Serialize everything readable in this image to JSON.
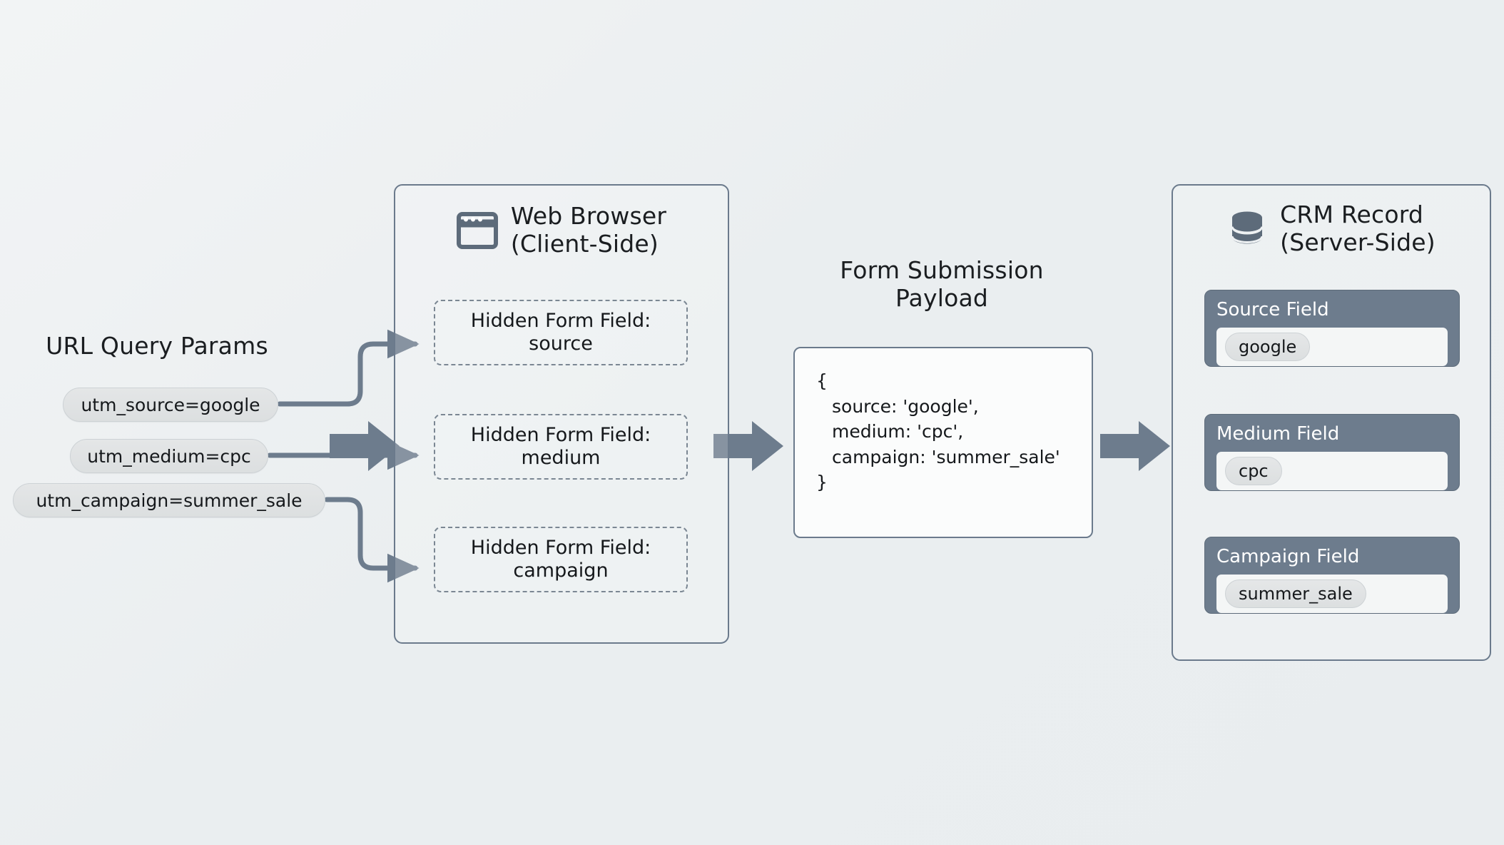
{
  "diagram": {
    "title_left": "URL Query Params",
    "colors": {
      "background": "#eef1f3",
      "panel_border": "#6b7a8c",
      "connector": "#6d7c8d",
      "crm_card": "#6d7c8d",
      "pill_fill": "#dfe2e3",
      "text": "#15181b"
    }
  },
  "url_params": {
    "title": "URL Query Params",
    "items": [
      {
        "label": "utm_source=google"
      },
      {
        "label": "utm_medium=cpc"
      },
      {
        "label": "utm_campaign=summer_sale"
      }
    ]
  },
  "browser": {
    "icon": "browser-window-icon",
    "title": "Web Browser\n(Client-Side)",
    "fields": [
      {
        "label": "Hidden Form Field:\nsource"
      },
      {
        "label": "Hidden Form Field:\nmedium"
      },
      {
        "label": "Hidden Form Field:\ncampaign"
      }
    ]
  },
  "payload": {
    "title": "Form Submission\nPayload",
    "lines": [
      "{",
      "source: 'google',",
      "medium: 'cpc',",
      "campaign: 'summer_sale'",
      "}"
    ]
  },
  "crm": {
    "icon": "database-icon",
    "title": "CRM Record\n(Server-Side)",
    "fields": [
      {
        "label": "Source Field",
        "value": "google"
      },
      {
        "label": "Medium Field",
        "value": "cpc"
      },
      {
        "label": "Campaign Field",
        "value": "summer_sale"
      }
    ]
  }
}
